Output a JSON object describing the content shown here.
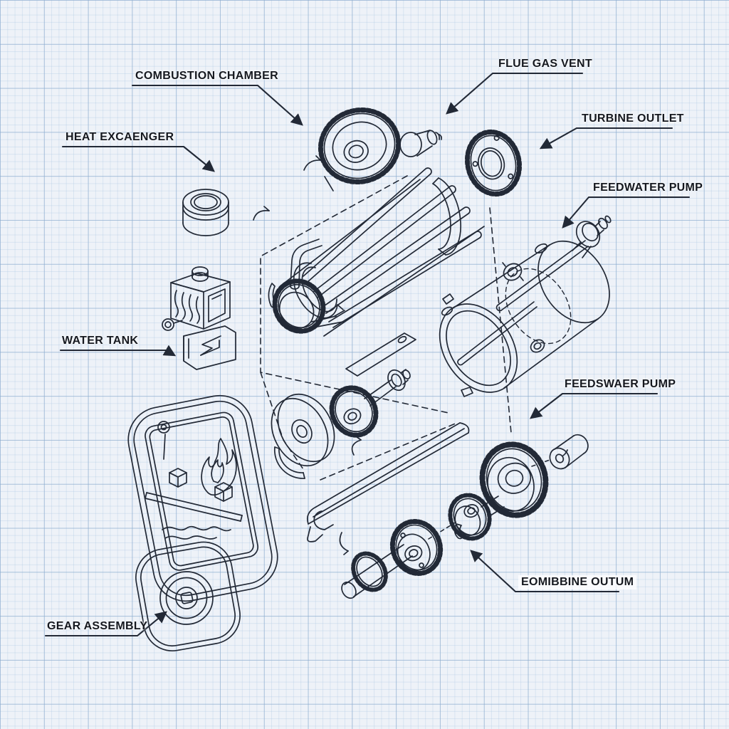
{
  "diagram": {
    "style": "exploded-isometric-blueprint",
    "paper": "graph-paper",
    "colors": {
      "paper": "#eef2f8",
      "grid_minor": "#cfdfec",
      "grid_major": "#9ebcd8",
      "ink": "#222936",
      "label_text": "#15181f"
    }
  },
  "labels": [
    {
      "id": "combustion-chamber",
      "text": "COMBUSTION CHAMBER"
    },
    {
      "id": "flue-gas-vent",
      "text": "FLUE GAS VENT"
    },
    {
      "id": "heat-exchanger",
      "text": "HEAT EXCAENGER"
    },
    {
      "id": "turbine-outlet",
      "text": "TURBINE OUTLET"
    },
    {
      "id": "feedwater-pump-upper",
      "text": "FEEDWATER PUMP"
    },
    {
      "id": "water-tank",
      "text": "WATER TANK"
    },
    {
      "id": "feedwater-pump-lower",
      "text": "FEEDSWAER PUMP"
    },
    {
      "id": "combine-outum",
      "text": "EOMIBBINE OUTUM"
    },
    {
      "id": "gear-assembly",
      "text": "GEAR ASSEMBLY"
    }
  ]
}
